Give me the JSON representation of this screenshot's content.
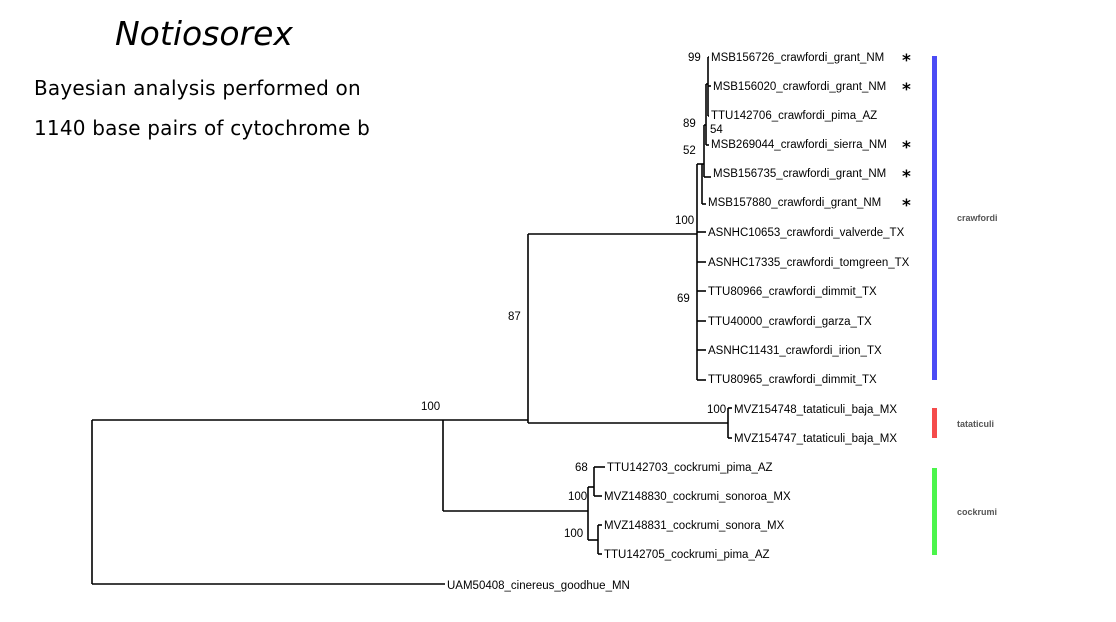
{
  "figure": {
    "title": "Notiosorex",
    "subtitle_line1": "Bayesian analysis performed on",
    "subtitle_line2": "1140 base pairs of cytochrome b"
  },
  "tree": {
    "taxa": [
      {
        "label": "MSB156726_crawfordi_grant_NM",
        "starred": true
      },
      {
        "label": "MSB156020_crawfordi_grant_NM",
        "starred": true
      },
      {
        "label": "TTU142706_crawfordi_pima_AZ",
        "starred": false
      },
      {
        "label": "MSB269044_crawfordi_sierra_NM",
        "starred": true
      },
      {
        "label": "MSB156735_crawfordi_grant_NM",
        "starred": true
      },
      {
        "label": "MSB157880_crawfordi_grant_NM",
        "starred": true
      },
      {
        "label": "ASNHC10653_crawfordi_valverde_TX",
        "starred": false
      },
      {
        "label": "ASNHC17335_crawfordi_tomgreen_TX",
        "starred": false
      },
      {
        "label": "TTU80966_crawfordi_dimmit_TX",
        "starred": false
      },
      {
        "label": "TTU40000_crawfordi_garza_TX",
        "starred": false
      },
      {
        "label": "ASNHC11431_crawfordi_irion_TX",
        "starred": false
      },
      {
        "label": "TTU80965_crawfordi_dimmit_TX",
        "starred": false
      },
      {
        "label": "MVZ154748_tataticuli_baja_MX",
        "starred": false
      },
      {
        "label": "MVZ154747_tataticuli_baja_MX",
        "starred": false
      },
      {
        "label": "TTU142703_cockrumi_pima_AZ",
        "starred": false
      },
      {
        "label": "MVZ148830_cockrumi_sonoroa_MX",
        "starred": false
      },
      {
        "label": "MVZ148831_cockrumi_sonora_MX",
        "starred": false
      },
      {
        "label": "TTU142705_cockrumi_pima_AZ",
        "starred": false
      },
      {
        "label": "UAM50408_cinereus_goodhue_MN",
        "starred": false
      }
    ],
    "star_symbol": "*",
    "support_values": {
      "root_ingroup": "100",
      "crawfordi_tataticuli": "87",
      "crawfordi": "100",
      "crawfordi_sub_52": "52",
      "crawfordi_sub_89": "89",
      "crawfordi_sub_54": "54",
      "crawfordi_sub_99": "99",
      "crawfordi_sub_69": "69",
      "tataticuli": "100",
      "cockrumi": "100",
      "cockrumi_sub_68": "68",
      "cockrumi_sub_100": "100"
    }
  },
  "clades": [
    {
      "name": "crawfordi",
      "color": "#4b4bf5"
    },
    {
      "name": "tataticuli",
      "color": "#f54b4b"
    },
    {
      "name": "cockrumi",
      "color": "#4bf54b"
    }
  ]
}
